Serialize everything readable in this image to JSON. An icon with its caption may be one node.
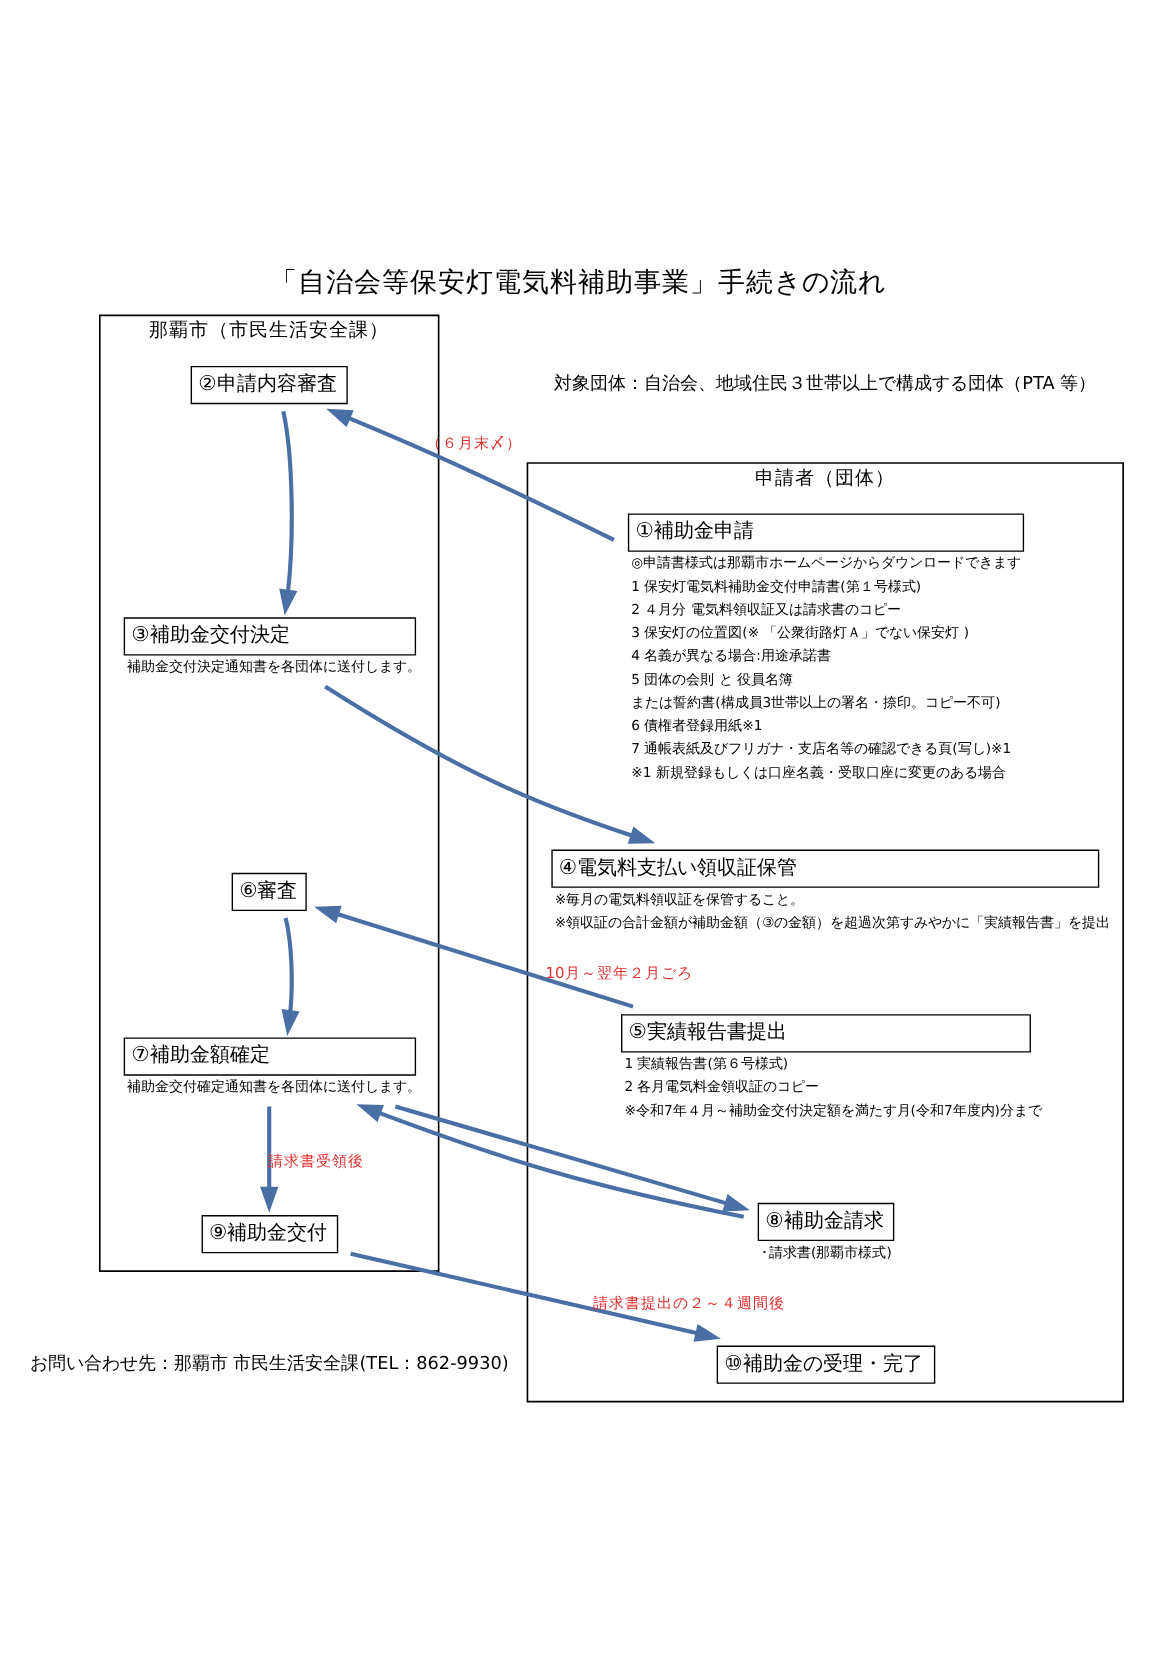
{
  "diagram": {
    "title": "「自治会等保安灯電気料補助事業」手続きの流れ",
    "nodes": [
      {
        "text": [
          "申請者（団体）"
        ]
      },
      {
        "text": [
          "那覇市（市民生活安全課）"
        ]
      },
      {
        "text": [
          "①補助金申請"
        ],
        "in": 0,
        "beside": [
          "◎申請書様式は那覇市ホームページからダウンロードできます",
          "1 保安灯電気料補助金交付申請書(第１号様式)",
          "2 ４月分 電気料領収証又は請求書のコピー",
          "3 保安灯の位置図(※ 「公衆街路灯Ａ」でない保安灯 )",
          "4 名義が異なる場合:用途承諾書",
          "5 団体の会則 と 役員名簿",
          "または誓約書(構成員3世帯以上の署名・捺印。コピー不可)",
          "6 債権者登録用紙※1",
          "7 通帳表紙及びフリガナ・支店名等の確認できる頁(写し)※1",
          "※1 新規登録もしくは口座名義・受取口座に変更のある場合"
        ]
      },
      {
        "text": [
          "②申請内容審査"
        ],
        "in": 1
      },
      {
        "text": [
          "④電気料支払い領収証保管"
        ],
        "in": 0,
        "beside": [
          "※毎月の電気料領収証を保管すること。",
          "※領収証の合計金額が補助金額（③の金額）を超過次第すみやかに「実績報告書」を提出"
        ]
      },
      {
        "text": [
          "③補助金交付決定"
        ],
        "in": 1,
        "beside": [
          "補助金交付決定通知書を各団体に送付します。"
        ]
      },
      {
        "text": [
          "⑤実績報告書提出"
        ],
        "in": 0,
        "beside": [
          "1 実績報告書(第６号様式)",
          "2 各月電気料金領収証のコピー",
          "※令和7年４月～補助金交付決定額を満たす月(令和7年度内)分まで"
        ]
      },
      {
        "text": [
          "⑥審査"
        ],
        "in": 1
      },
      {
        "text": [
          "⑧補助金請求"
        ],
        "in": 0,
        "beside": [
          "･請求書(那覇市様式)"
        ]
      },
      {
        "text": [
          "⑦補助金額確定"
        ],
        "in": 1,
        "beside": [
          "補助金交付確定通知書を各団体に送付します。"
        ]
      },
      {
        "text": [
          "⑩補助金の受理・完了"
        ],
        "in": 0
      },
      {
        "text": [
          "⑨補助金交付"
        ],
        "in": 1
      }
    ],
    "edges": [
      {
        "from": 2,
        "to": 3,
        "arrow": "to",
        "label": "（６月末〆）"
      },
      {
        "from": 3,
        "to": 5,
        "arrow": "to"
      },
      {
        "from": 5,
        "to": 4,
        "arrow": "to"
      },
      {
        "from": 6,
        "to": 7,
        "arrow": "to",
        "label": "10月～翌年２月ごろ"
      },
      {
        "from": 7,
        "to": 9,
        "arrow": "to"
      },
      {
        "from": 9,
        "to": 8,
        "arrow": "to"
      },
      {
        "from": 8,
        "to": 9,
        "arrow": "to"
      },
      {
        "from": 9,
        "to": 11,
        "arrow": "to",
        "label": "請求書受領後"
      },
      {
        "from": 11,
        "to": 10,
        "arrow": "to",
        "label": "請求書提出の２～４週間後"
      }
    ],
    "labels": [
      "対象団体：自治会、地域住民３世帯以上で構成する団体（PTA 等）",
      "お問い合わせ先：那覇市 市民生活安全課(TEL：862-9930)"
    ]
  }
}
